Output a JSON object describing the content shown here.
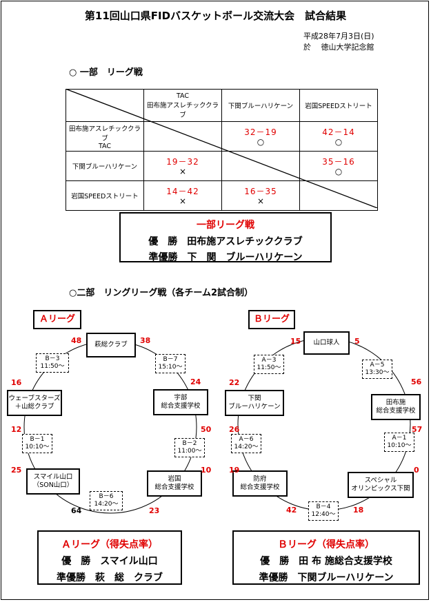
{
  "title": "第11回山口県FIDバスケットボール交流大会　試合結果",
  "date": "平成28年7月3日(日)",
  "venue": "於　 徳山大学記念館",
  "part1": {
    "heading": "○ 一部　リーグ戦",
    "columns": [
      "TAC\n田布施アスレチッククラブ",
      "下関ブルーハリケーン",
      "岩国SPEEDストリート"
    ],
    "rows": [
      {
        "team": "田布施アスレチッククラブ\nTAC",
        "cells": [
          null,
          {
            "score": "32－19",
            "mark": "○"
          },
          {
            "score": "42－14",
            "mark": "○"
          }
        ]
      },
      {
        "team": "下関ブルーハリケーン",
        "cells": [
          {
            "score": "19－32",
            "mark": "×"
          },
          null,
          {
            "score": "35－16",
            "mark": "○"
          }
        ]
      },
      {
        "team": "岩国SPEEDストリート",
        "cells": [
          {
            "score": "14－42",
            "mark": "×"
          },
          {
            "score": "16－35",
            "mark": "×"
          },
          null
        ]
      }
    ],
    "result_title": "一部リーグ戦",
    "result_lines": [
      "優　勝　田布施アスレチッククラブ",
      "準優勝　下　関　ブルーハリケーン"
    ]
  },
  "part2": {
    "heading": "○二部　リングリーグ戦（各チーム2試合制）",
    "a": {
      "label": "Ａリーグ",
      "teams": [
        "萩総クラブ",
        "宇部\n総合支援学校",
        "岩国\n総合支援学校",
        "スマイル山口\n（SON山口）",
        "ウェーブスターズ\n＋山総クラブ"
      ],
      "games": [
        {
          "id": "B－7",
          "time": "15:10～"
        },
        {
          "id": "B－2",
          "time": "11:00～"
        },
        {
          "id": "B－6",
          "time": "14:20～"
        },
        {
          "id": "B－1",
          "time": "10:10～"
        },
        {
          "id": "B－3",
          "time": "11:50～"
        }
      ],
      "scores": [
        "48",
        "38",
        "24",
        "50",
        "10",
        "23",
        "64",
        "25",
        "12",
        "16"
      ],
      "result_title": "Ａリーグ（得失点率）",
      "result_lines": [
        "優　勝　スマイル山口",
        "準優勝　萩　総　クラブ"
      ]
    },
    "b": {
      "label": "Ｂリーグ",
      "teams": [
        "山口球人",
        "田布施\n総合支援学校",
        "スペシャル\nオリンピックス下関",
        "防府\n総合支援学校",
        "下関\nブルーハリケーン"
      ],
      "games": [
        {
          "id": "A－5",
          "time": "13:30～"
        },
        {
          "id": "A－1",
          "time": "10:10～"
        },
        {
          "id": "B－4",
          "time": "12:40～"
        },
        {
          "id": "A－6",
          "time": "14:20～"
        },
        {
          "id": "A－3",
          "time": "11:50～"
        }
      ],
      "scores": [
        "15",
        "5",
        "56",
        "57",
        "0",
        "18",
        "42",
        "19",
        "26",
        "22"
      ],
      "result_title": "Ｂリーグ（得失点率）",
      "result_lines": [
        "優　勝　田 布 施総合支援学校",
        "準優勝　下関ブルーハリケーン"
      ]
    }
  }
}
